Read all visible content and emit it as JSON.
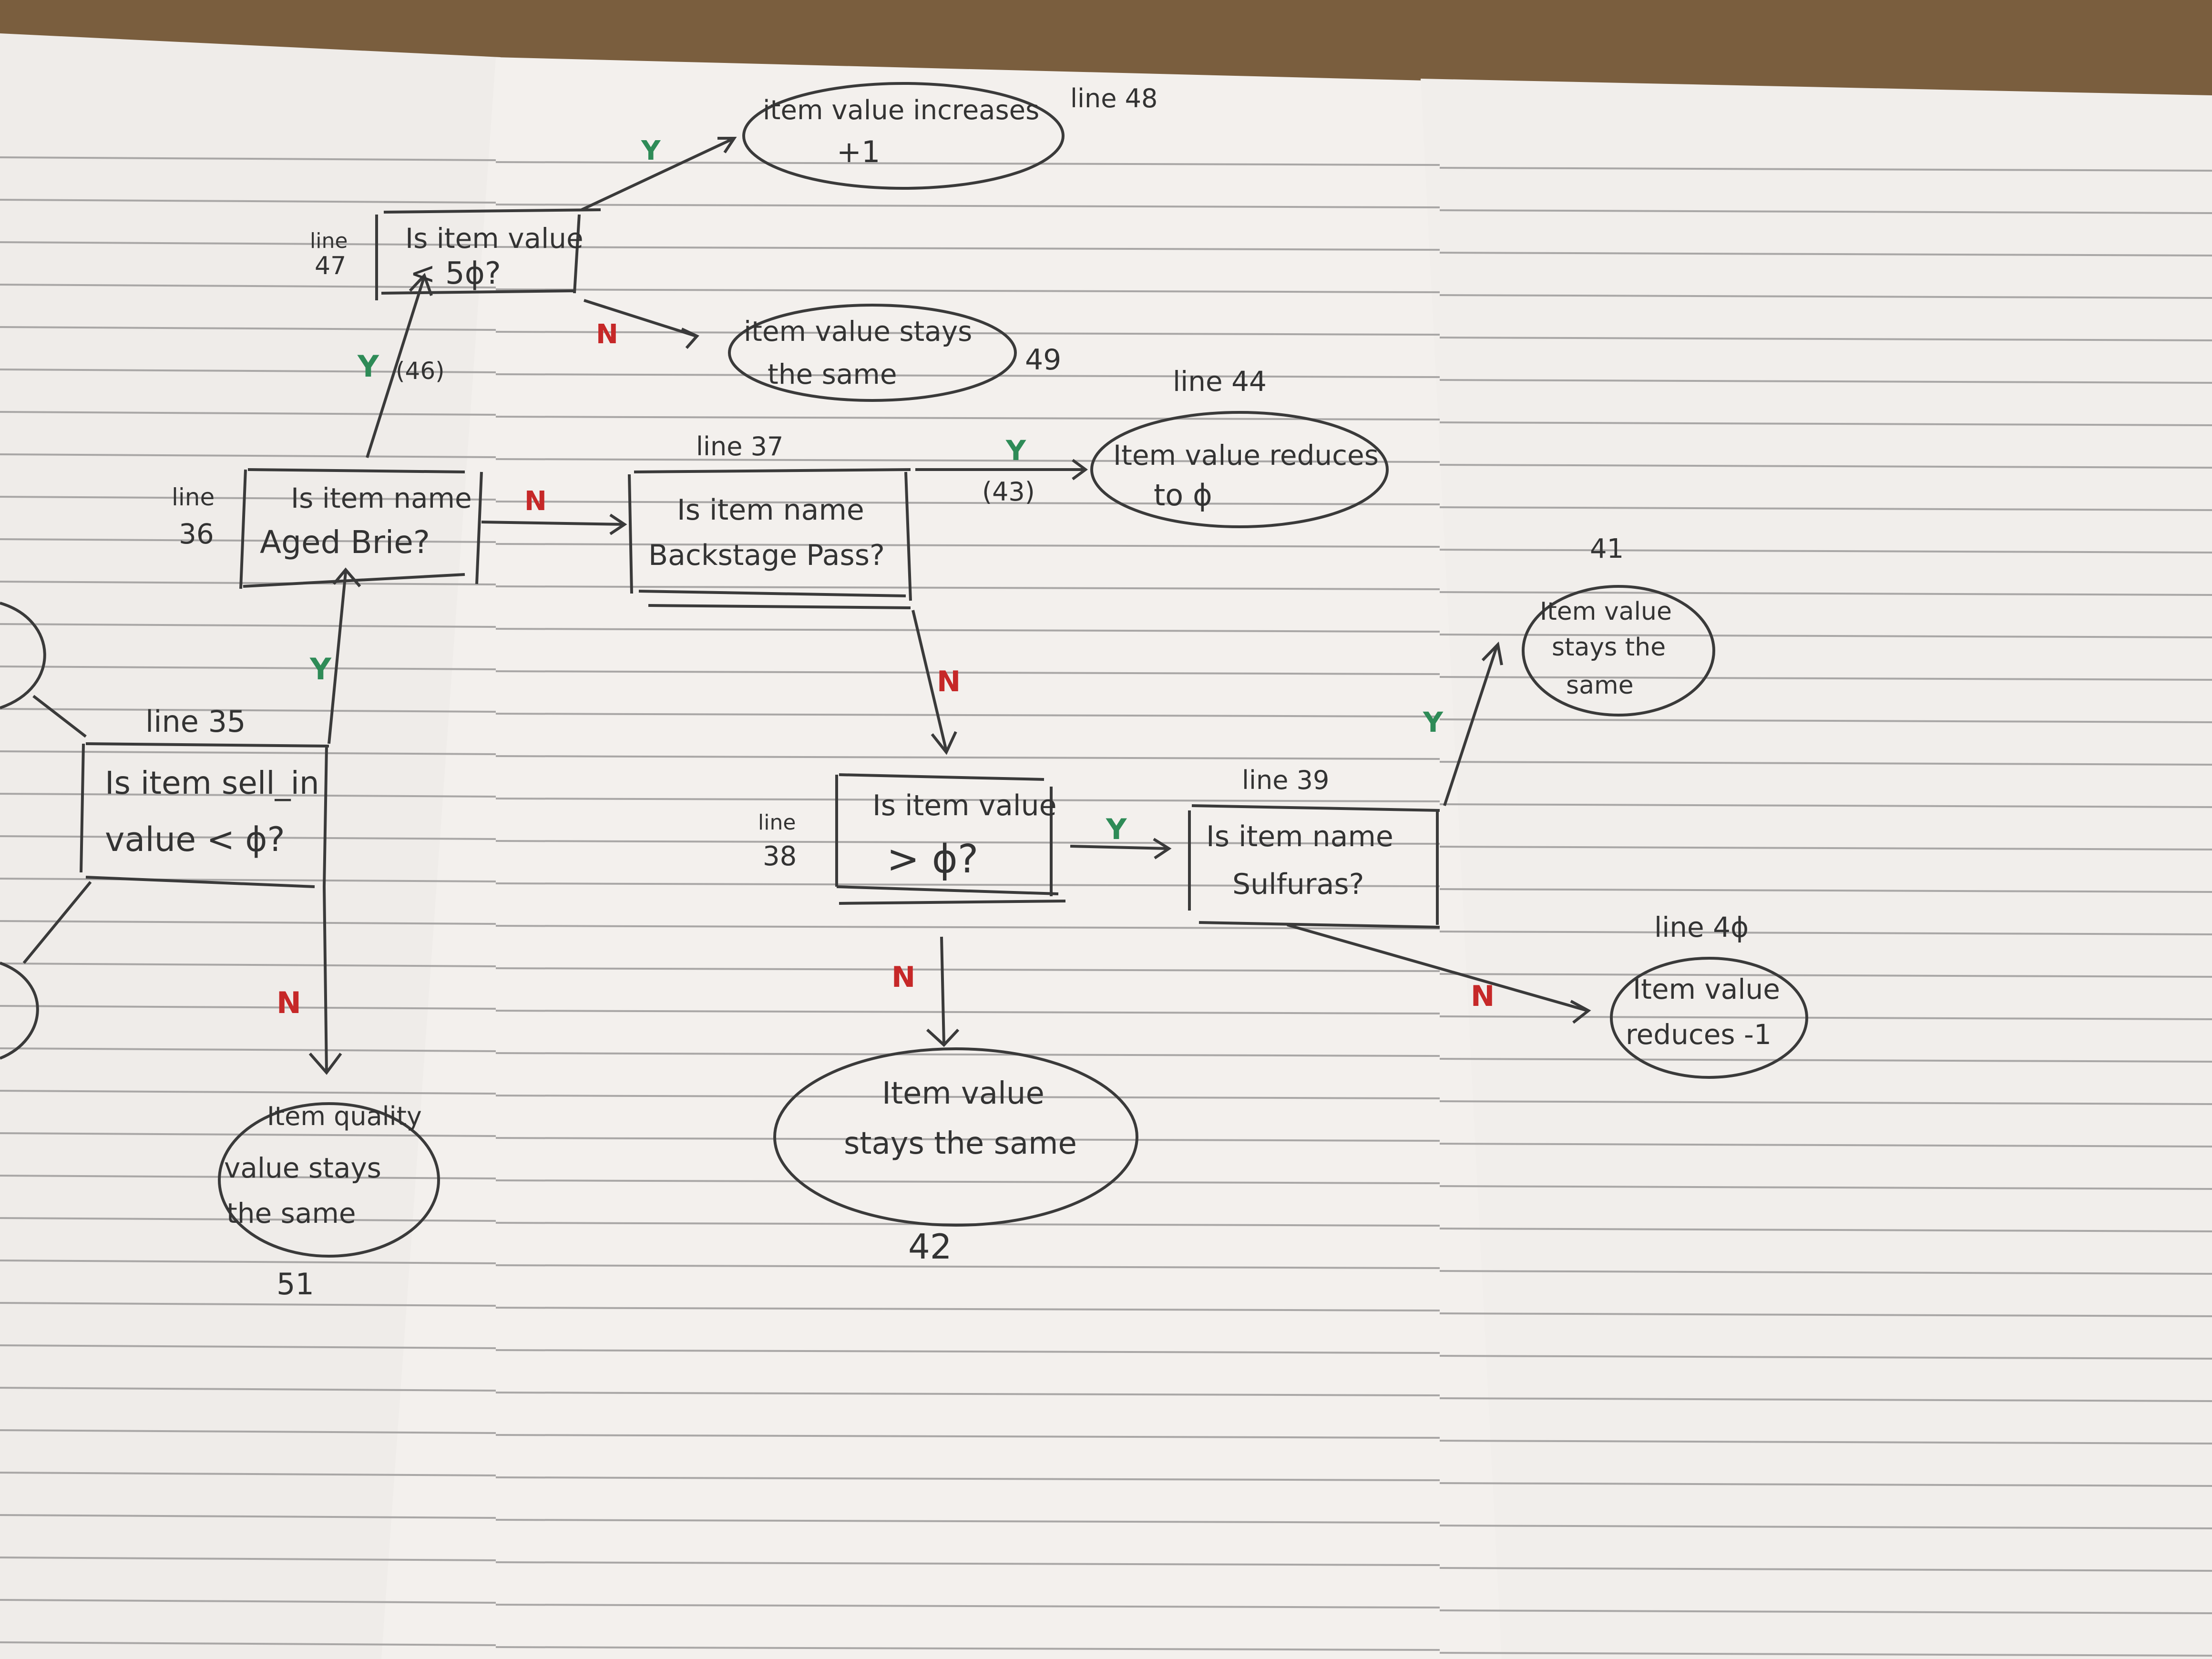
{
  "nodes": {
    "sell_in": {
      "line": "line 35",
      "text1": "Is item sell_in",
      "text2": "value < ϕ?"
    },
    "aged_brie": {
      "line1": "line",
      "line2": "36",
      "text1": "Is item name",
      "text2": "Aged Brie?"
    },
    "value_lt_50": {
      "line1": "line",
      "line2": "47",
      "text1": "Is item value",
      "text2": "< 5ϕ?"
    },
    "increases": {
      "line": "line 48",
      "text1": "item value increases",
      "text2": "+1"
    },
    "stays_49": {
      "line": "49",
      "text1": "item value stays",
      "text2": "the same"
    },
    "backstage": {
      "line": "line 37",
      "text1": "Is item name",
      "text2": "Backstage Pass?"
    },
    "reduces_0": {
      "line": "line 44",
      "text1": "Item value reduces",
      "text2": "to ϕ"
    },
    "value_gt_0": {
      "line1": "line",
      "line2": "38",
      "text1": "Is item value",
      "text2": "> ϕ?"
    },
    "sulfuras": {
      "line": "line 39",
      "text1": "Is item name",
      "text2": "Sulfuras?"
    },
    "stays_41": {
      "line": "41",
      "text1": "Item value",
      "text2": "stays the",
      "text3": "same"
    },
    "reduces_1": {
      "line": "line 4ϕ",
      "text1": "Item value",
      "text2": "reduces -1"
    },
    "stays_42": {
      "line": "42",
      "text1": "Item value",
      "text2": "stays the same"
    },
    "stays_51": {
      "line": "51",
      "text1": "Item quality",
      "text2": "value stays",
      "text3": "the same"
    }
  },
  "edge_labels": {
    "y": "Y",
    "n": "N",
    "ref_46": "(46)",
    "ref_43": "(43)"
  },
  "colors": {
    "yes": "#2e8b57",
    "no": "#c62828",
    "ink": "#333333",
    "paper": "#f4f1ee",
    "rule": "#a9a7a6",
    "table": "#7a5e3e"
  }
}
